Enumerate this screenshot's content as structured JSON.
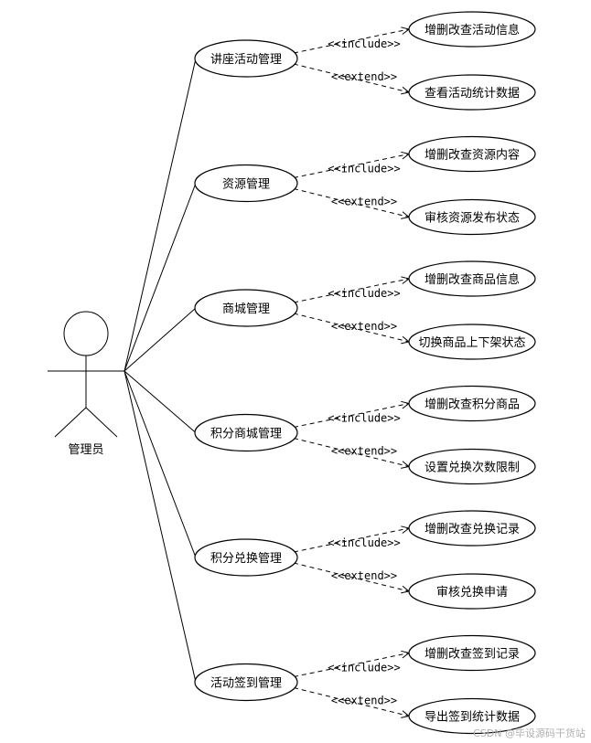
{
  "actor": {
    "label": "管理员"
  },
  "stereotypes": {
    "include": "<<include>>",
    "extend": "<<extend>>"
  },
  "modules": [
    {
      "label": "讲座活动管理",
      "include_case": "增删改查活动信息",
      "extend_case": "查看活动统计数据"
    },
    {
      "label": "资源管理",
      "include_case": "增删改查资源内容",
      "extend_case": "审核资源发布状态"
    },
    {
      "label": "商城管理",
      "include_case": "增删改查商品信息",
      "extend_case": "切换商品上下架状态"
    },
    {
      "label": "积分商城管理",
      "include_case": "增删改查积分商品",
      "extend_case": "设置兑换次数限制"
    },
    {
      "label": "积分兑换管理",
      "include_case": "增删改查兑换记录",
      "extend_case": "审核兑换申请"
    },
    {
      "label": "活动签到管理",
      "include_case": "增删改查签到记录",
      "extend_case": "导出签到统计数据"
    }
  ],
  "watermark": "CSDN @毕设源码干货站"
}
